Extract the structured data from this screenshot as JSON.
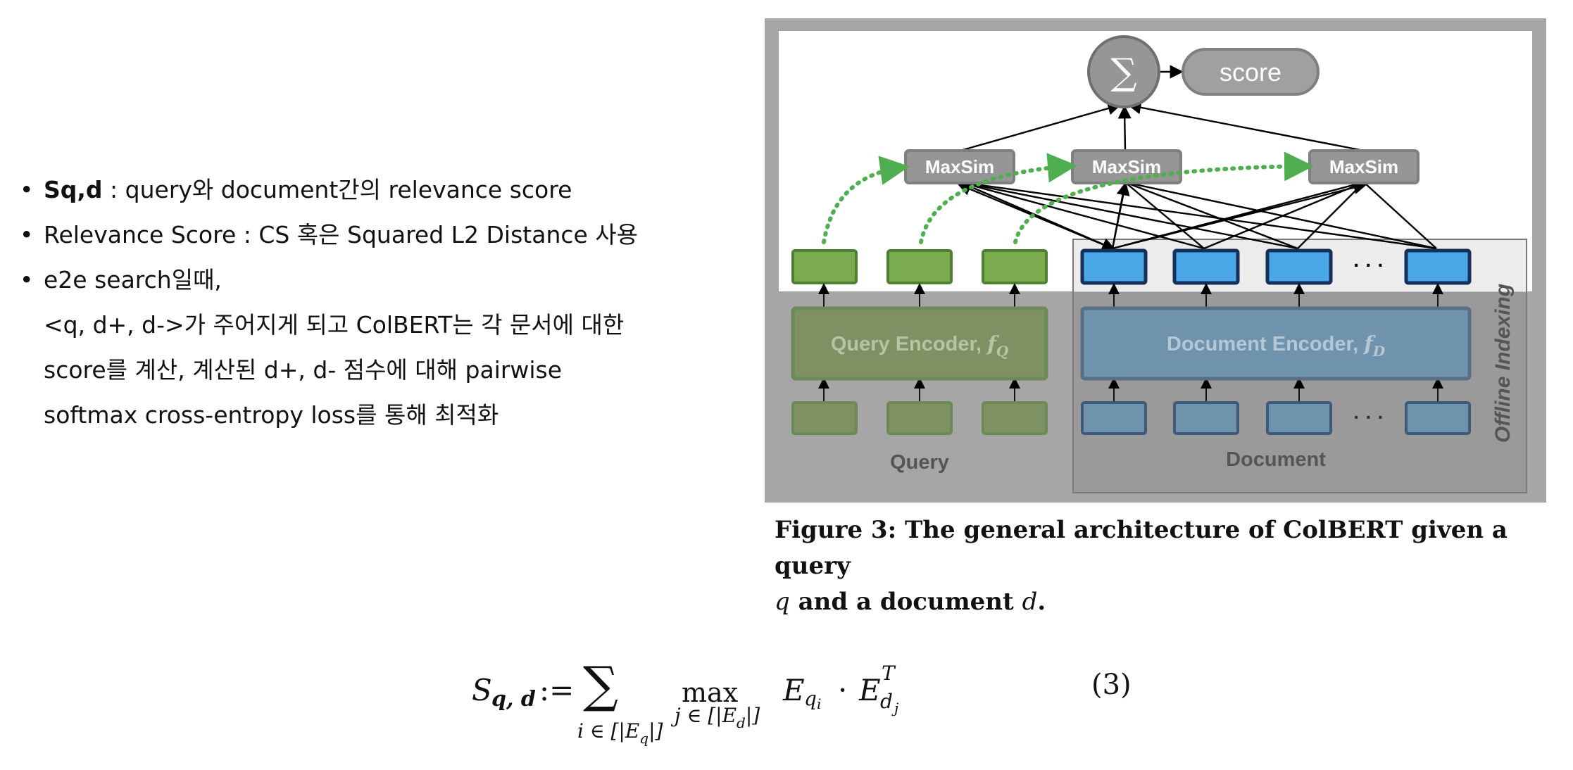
{
  "bullets": [
    {
      "term": "Sq,d",
      "text": " : query와 document간의 relevance score"
    },
    {
      "text": "Relevance Score : CS 혹은 Squared L2 Distance 사용"
    },
    {
      "text": "e2e search일때,",
      "continuation": [
        "<q, d+, d->가 주어지게 되고 ColBERT는 각 문서에 대한",
        "score를 계산, 계산된 d+, d- 점수에 대해 pairwise",
        "softmax cross-entropy loss를 통해 최적화"
      ]
    }
  ],
  "diagram": {
    "sum_symbol": "∑",
    "score_label": "score",
    "maxsim_label": "MaxSim",
    "query_encoder_label": "Query Encoder, ",
    "query_encoder_fn": "f",
    "query_encoder_sub": "Q",
    "document_encoder_label": "Document Encoder, ",
    "document_encoder_fn": "f",
    "document_encoder_sub": "D",
    "query_label": "Query",
    "document_label": "Document",
    "offline_label": "Offline Indexing",
    "ellipsis": "· · ·",
    "colors": {
      "outer_gray": "#a6a6a6",
      "green": "#7aab4e",
      "green_dim": "#7e9162",
      "blue": "#4aa8e8",
      "blue_dim": "#6f93ad",
      "node_gray": "#969696",
      "dotted_green": "#4fae4f"
    }
  },
  "caption": {
    "text_before_q": "Figure 3: The general architecture of ColBERT given a query",
    "q": "q",
    "mid": " and a document ",
    "d": "d",
    "end": "."
  },
  "equation": {
    "S": "S",
    "S_sub": "q, d",
    "assign": ":=",
    "sum": "∑",
    "sum_sub": "i ∈ [|E",
    "sum_sub_q": "q",
    "sum_sub_end": "|]",
    "max": "max",
    "max_sub": "j ∈ [|E",
    "max_sub_d": "d",
    "max_sub_end": "|]",
    "E1": "E",
    "E1_sub": "q",
    "E1_subsub": "i",
    "dot": "·",
    "E2": "E",
    "E2_sup": "T",
    "E2_sub": "d",
    "E2_subsub": "j",
    "number": "(3)"
  }
}
